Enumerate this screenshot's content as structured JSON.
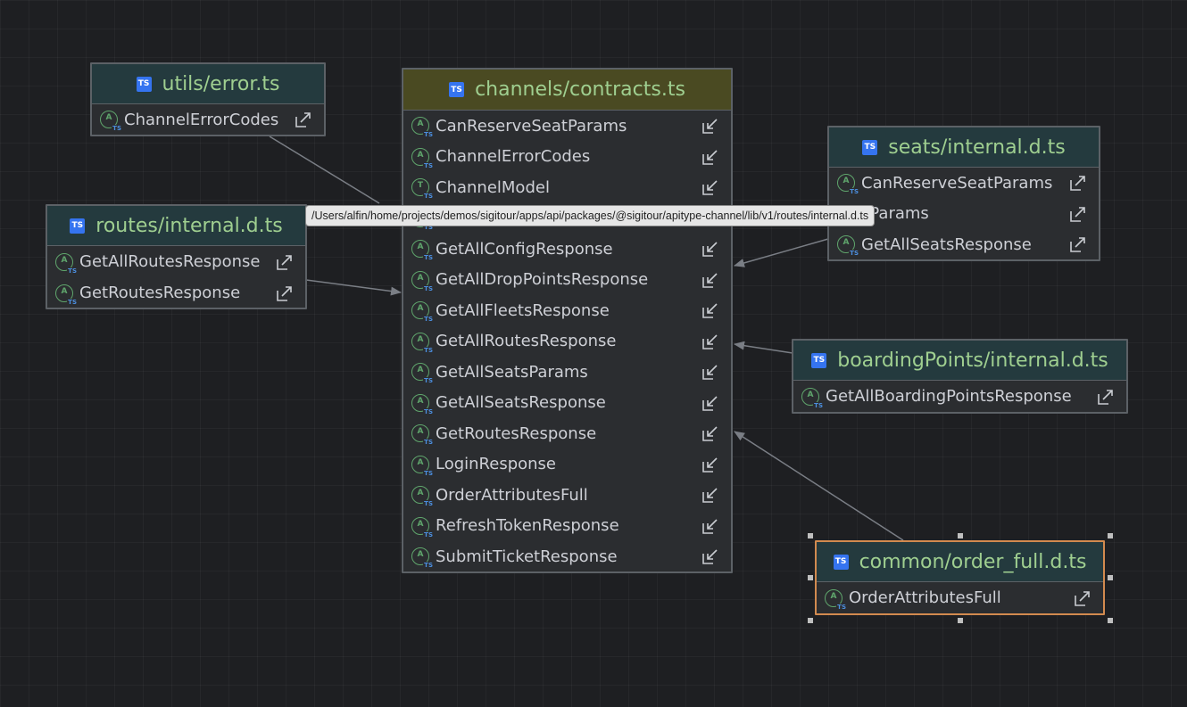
{
  "tooltip": "/Users/alfin/home/projects/demos/sigitour/apps/api/packages/@sigitour/apitype-channel/lib/v1/routes/internal.d.ts",
  "badge": "TS",
  "kind_letters": {
    "A": "A",
    "T": "T",
    "ts": "TS"
  },
  "colors": {
    "canvas": "#1e1f22",
    "node_bg": "#2b2d30",
    "header_bg": "#243a3e",
    "main_header_bg": "#4a4a22",
    "title_green": "#9fcf90",
    "selection_border": "#d28a4f",
    "edge": "#7a7e85"
  },
  "nodes": {
    "utils_error": {
      "title": "utils/error.ts",
      "items": [
        {
          "label": "ChannelErrorCodes",
          "kind": "A",
          "icon": "external-link-icon"
        }
      ]
    },
    "routes_internal": {
      "title": "routes/internal.d.ts",
      "items": [
        {
          "label": "GetAllRoutesResponse",
          "kind": "A",
          "icon": "external-link-icon"
        },
        {
          "label": "GetRoutesResponse",
          "kind": "A",
          "icon": "external-link-icon"
        }
      ]
    },
    "channels_contracts": {
      "title": "channels/contracts.ts",
      "items": [
        {
          "label": "CanReserveSeatParams",
          "kind": "A",
          "icon": "import-link-icon"
        },
        {
          "label": "ChannelErrorCodes",
          "kind": "A",
          "icon": "import-link-icon"
        },
        {
          "label": "ChannelModel",
          "kind": "T",
          "icon": "import-link-icon"
        },
        {
          "label": "",
          "kind": "A",
          "icon": "import-link-icon"
        },
        {
          "label": "GetAllConfigResponse",
          "kind": "A",
          "icon": "import-link-icon"
        },
        {
          "label": "GetAllDropPointsResponse",
          "kind": "A",
          "icon": "import-link-icon"
        },
        {
          "label": "GetAllFleetsResponse",
          "kind": "A",
          "icon": "import-link-icon"
        },
        {
          "label": "GetAllRoutesResponse",
          "kind": "A",
          "icon": "import-link-icon"
        },
        {
          "label": "GetAllSeatsParams",
          "kind": "A",
          "icon": "import-link-icon"
        },
        {
          "label": "GetAllSeatsResponse",
          "kind": "A",
          "icon": "import-link-icon"
        },
        {
          "label": "GetRoutesResponse",
          "kind": "A",
          "icon": "import-link-icon"
        },
        {
          "label": "LoginResponse",
          "kind": "A",
          "icon": "import-link-icon"
        },
        {
          "label": "OrderAttributesFull",
          "kind": "A",
          "icon": "import-link-icon"
        },
        {
          "label": "RefreshTokenResponse",
          "kind": "A",
          "icon": "import-link-icon"
        },
        {
          "label": "SubmitTicketResponse",
          "kind": "A",
          "icon": "import-link-icon"
        }
      ]
    },
    "seats_internal": {
      "title": "seats/internal.d.ts",
      "items": [
        {
          "label": "CanReserveSeatParams",
          "kind": "A",
          "icon": "external-link-icon"
        },
        {
          "label": "sParams",
          "kind": "A",
          "icon": "external-link-icon"
        },
        {
          "label": "GetAllSeatsResponse",
          "kind": "A",
          "icon": "external-link-icon"
        }
      ]
    },
    "boarding_internal": {
      "title": "boardingPoints/internal.d.ts",
      "items": [
        {
          "label": "GetAllBoardingPointsResponse",
          "kind": "A",
          "icon": "external-link-icon"
        }
      ]
    },
    "common_order_full": {
      "title": "common/order_full.d.ts",
      "selected": true,
      "items": [
        {
          "label": "OrderAttributesFull",
          "kind": "A",
          "icon": "external-link-icon"
        }
      ]
    }
  }
}
